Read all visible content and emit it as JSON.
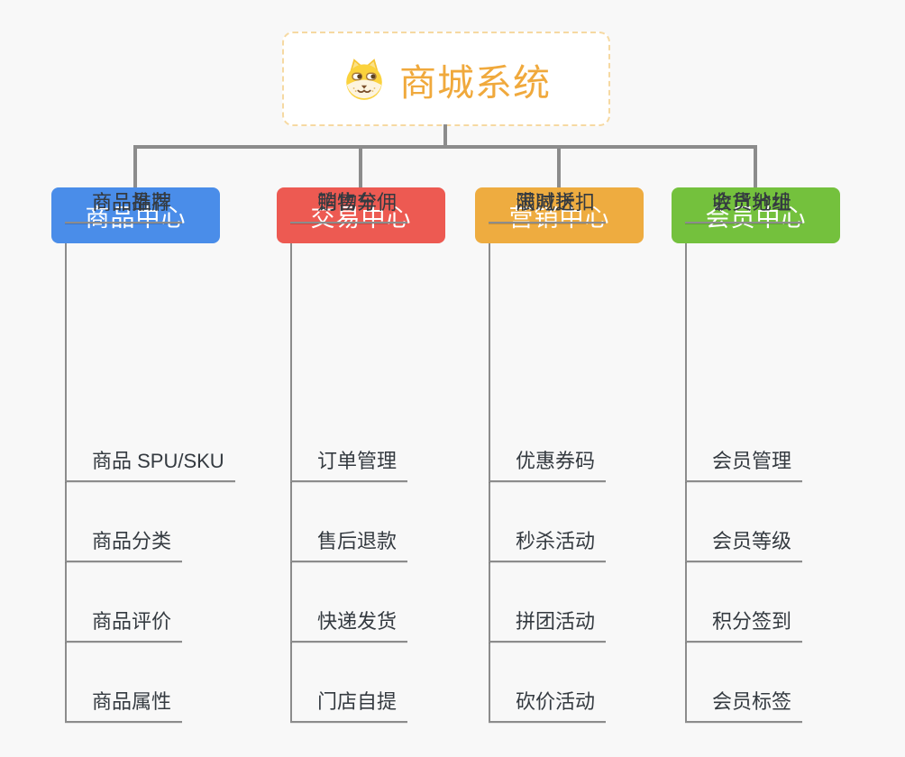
{
  "canvas": {
    "background": "#F8F8F8",
    "connector_color": "#8C8C8C"
  },
  "root": {
    "label": "商城系统",
    "icon": "dog-face-icon",
    "text_color": "#F0A93C",
    "border_color": "#F6D9A2",
    "background": "#FFFFFF"
  },
  "branches": [
    {
      "label": "商品中心",
      "color": "#4A8DE9",
      "items": [
        "商品 SPU/SKU",
        "商品分类",
        "商品评价",
        "商品属性",
        "商品推荐",
        "商品品牌"
      ]
    },
    {
      "label": "交易中心",
      "color": "#ED5A52",
      "items": [
        "订单管理",
        "售后退款",
        "快递发货",
        "门店自提",
        "购物车",
        "销售分佣"
      ]
    },
    {
      "label": "营销中心",
      "color": "#EEAC40",
      "items": [
        "优惠券码",
        "秒杀活动",
        "拼团活动",
        "砍价活动",
        "限时折扣",
        "满减送"
      ]
    },
    {
      "label": "会员中心",
      "color": "#74C13D",
      "items": [
        "会员管理",
        "会员等级",
        "积分签到",
        "会员标签",
        "会员分组",
        "收货地址"
      ]
    }
  ]
}
